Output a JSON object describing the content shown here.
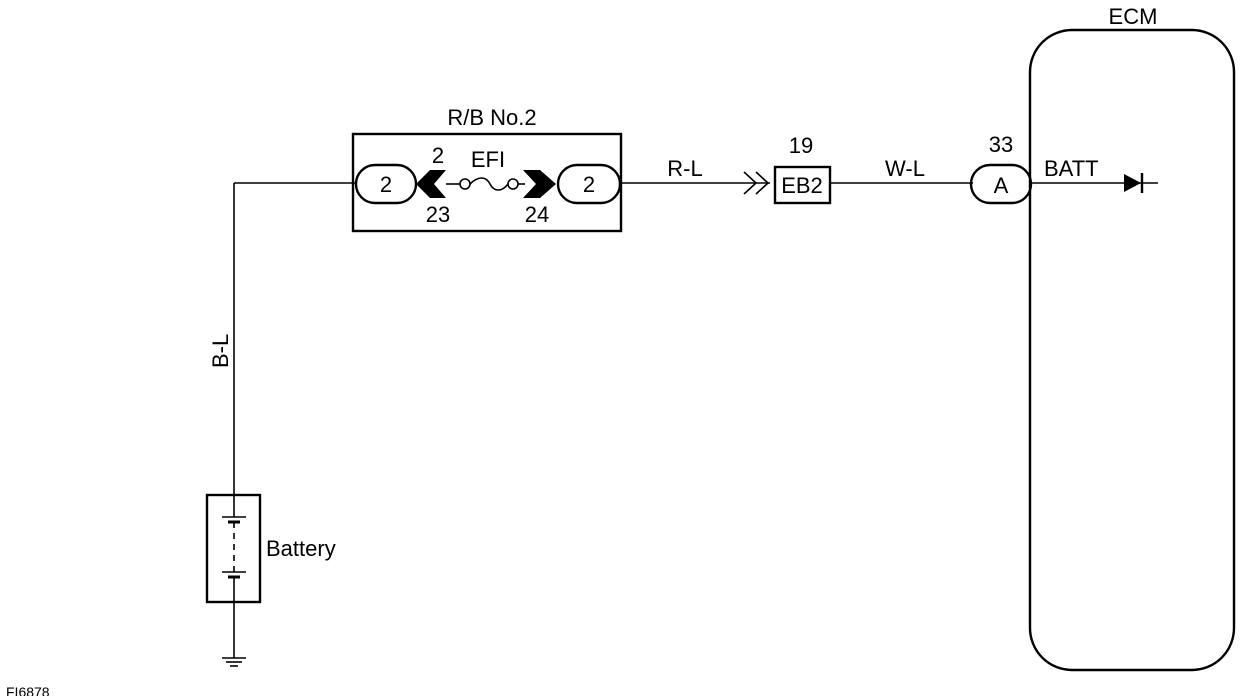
{
  "relay_box": {
    "title": "R/B No.2",
    "left_pin": "2",
    "right_pin": "2",
    "fuse_name": "EFI",
    "fuse_top_num": "2",
    "left_terminal": "23",
    "right_terminal": "24"
  },
  "wires": {
    "battery_wire": "B-L",
    "rb_to_connector": "R-L",
    "connector_to_ecm": "W-L"
  },
  "connector_eb2": {
    "label": "EB2",
    "pin": "19"
  },
  "ecm": {
    "title": "ECM",
    "connector": "A",
    "pin": "33",
    "terminal": "BATT"
  },
  "battery": {
    "label": "Battery"
  },
  "figure_id": "FI6878"
}
